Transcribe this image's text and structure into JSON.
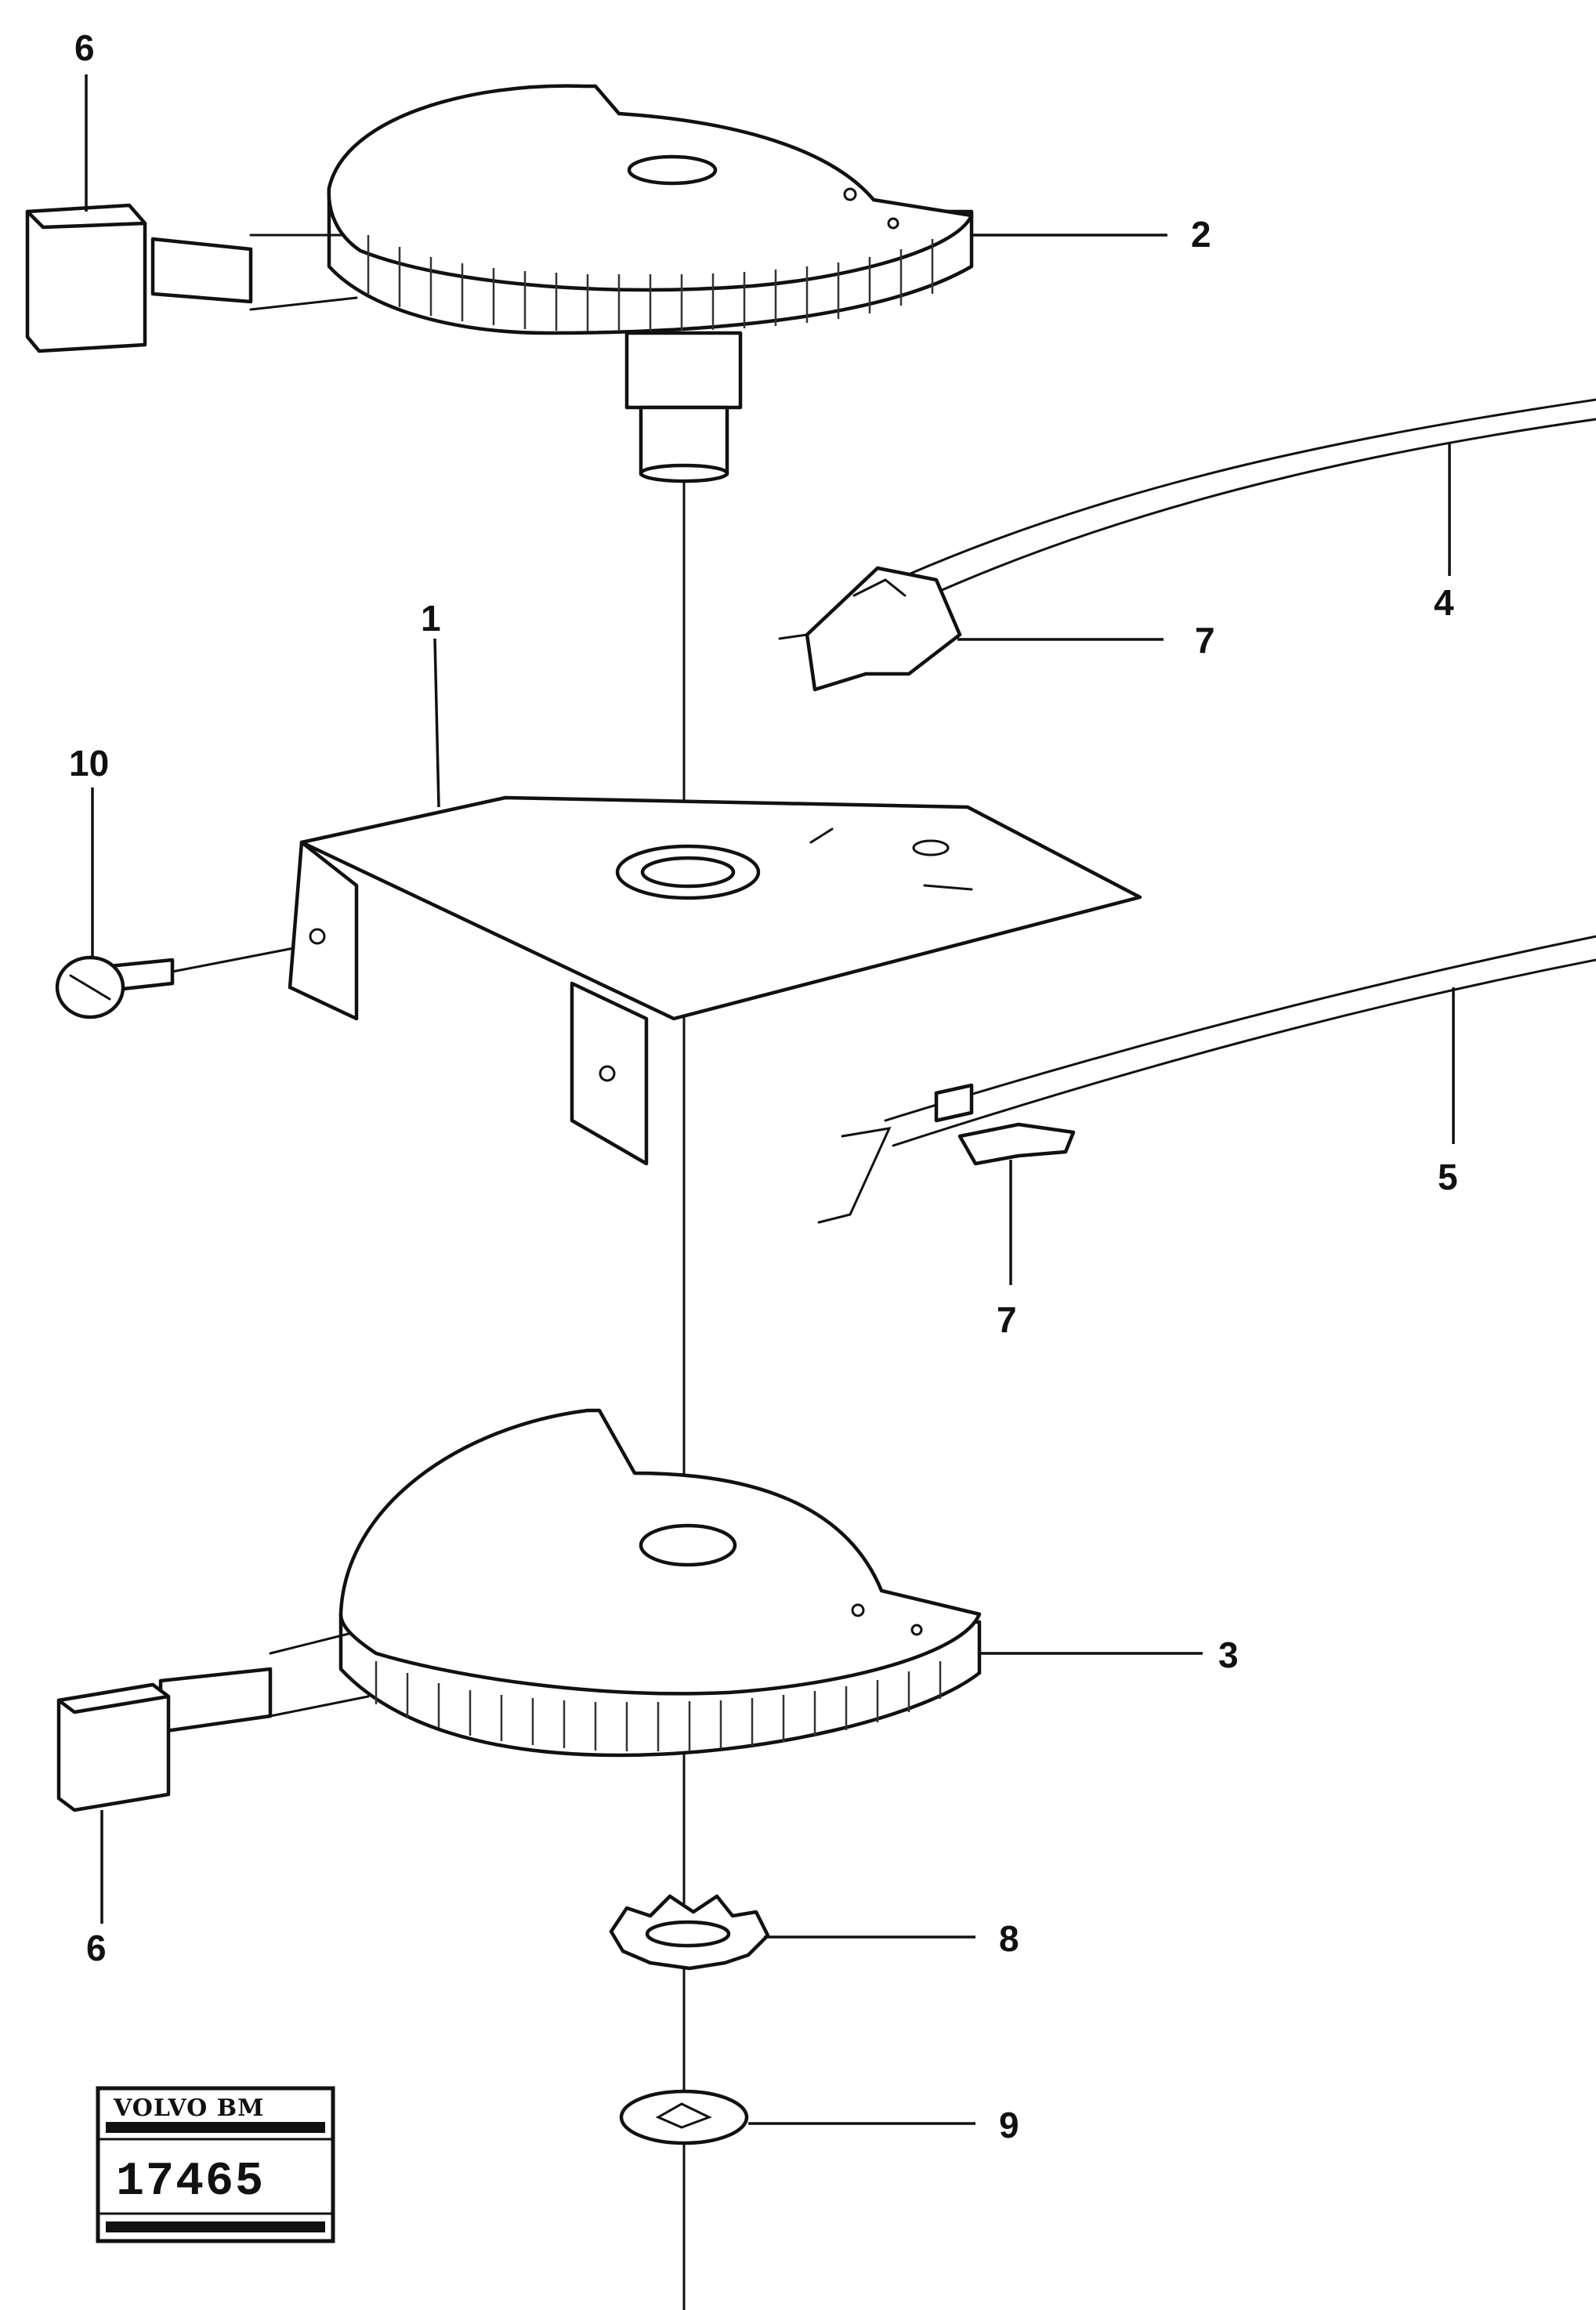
{
  "diagram": {
    "callouts": [
      {
        "id": "c6a",
        "text": "6"
      },
      {
        "id": "c2",
        "text": "2"
      },
      {
        "id": "c4",
        "text": "4"
      },
      {
        "id": "c7a",
        "text": "7"
      },
      {
        "id": "c1",
        "text": "1"
      },
      {
        "id": "c10",
        "text": "10"
      },
      {
        "id": "c5",
        "text": "5"
      },
      {
        "id": "c7b",
        "text": "7"
      },
      {
        "id": "c3",
        "text": "3"
      },
      {
        "id": "c6b",
        "text": "6"
      },
      {
        "id": "c8",
        "text": "8"
      },
      {
        "id": "c9",
        "text": "9"
      }
    ],
    "stamp": {
      "brand": "VOLVO BM",
      "number": "17465"
    }
  }
}
